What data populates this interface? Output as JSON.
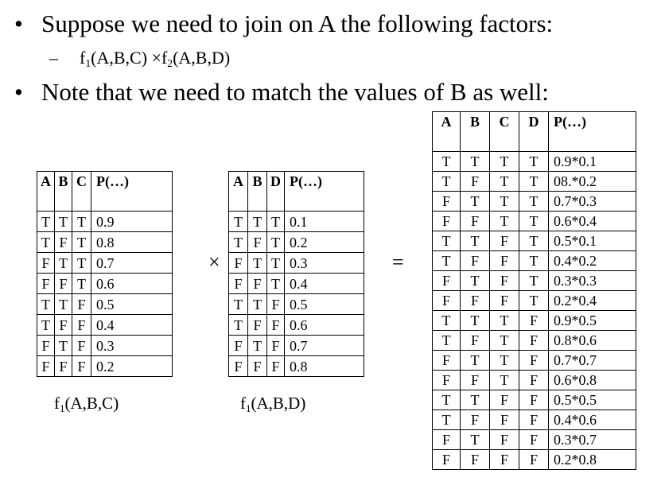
{
  "bullets": [
    {
      "text": "Suppose we need to join on A the following factors:"
    },
    {
      "text": "Note that we need to match the values of B as well:"
    }
  ],
  "sub_bullet": {
    "dash": "–",
    "f1_name": "f",
    "f1_sub": "1",
    "f1_args": "(A,B,C)",
    "times": "×",
    "f2_name": "f",
    "f2_sub": "2",
    "f2_args": "(A,B,D)"
  },
  "tables": {
    "f1": {
      "headers": [
        "A",
        "B",
        "C",
        "P(…)"
      ],
      "rows": [
        [
          "T",
          "T",
          "T",
          "0.9"
        ],
        [
          "T",
          "F",
          "T",
          "0.8"
        ],
        [
          "F",
          "T",
          "T",
          "0.7"
        ],
        [
          "F",
          "F",
          "T",
          "0.6"
        ],
        [
          "T",
          "T",
          "F",
          "0.5"
        ],
        [
          "T",
          "F",
          "F",
          "0.4"
        ],
        [
          "F",
          "T",
          "F",
          "0.3"
        ],
        [
          "F",
          "F",
          "F",
          "0.2"
        ]
      ],
      "caption": {
        "name": "f",
        "sub": "1",
        "args": "(A,B,C)"
      }
    },
    "f2": {
      "headers": [
        "A",
        "B",
        "D",
        "P(…)"
      ],
      "rows": [
        [
          "T",
          "T",
          "T",
          "0.1"
        ],
        [
          "T",
          "F",
          "T",
          "0.2"
        ],
        [
          "F",
          "T",
          "T",
          "0.3"
        ],
        [
          "F",
          "F",
          "T",
          "0.4"
        ],
        [
          "T",
          "T",
          "F",
          "0.5"
        ],
        [
          "T",
          "F",
          "F",
          "0.6"
        ],
        [
          "F",
          "T",
          "F",
          "0.7"
        ],
        [
          "F",
          "F",
          "F",
          "0.8"
        ]
      ],
      "caption": {
        "name": "f",
        "sub": "1",
        "args": "(A,B,D)"
      }
    },
    "result": {
      "headers": [
        "A",
        "B",
        "C",
        "D",
        "P(…)"
      ],
      "rows": [
        [
          "T",
          "T",
          "T",
          "T",
          "0.9*0.1"
        ],
        [
          "T",
          "F",
          "T",
          "T",
          "08.*0.2"
        ],
        [
          "F",
          "T",
          "T",
          "T",
          "0.7*0.3"
        ],
        [
          "F",
          "F",
          "T",
          "T",
          "0.6*0.4"
        ],
        [
          "T",
          "T",
          "F",
          "T",
          "0.5*0.1"
        ],
        [
          "T",
          "F",
          "F",
          "T",
          "0.4*0.2"
        ],
        [
          "F",
          "T",
          "F",
          "T",
          "0.3*0.3"
        ],
        [
          "F",
          "F",
          "F",
          "T",
          "0.2*0.4"
        ],
        [
          "T",
          "T",
          "T",
          "F",
          "0.9*0.5"
        ],
        [
          "T",
          "F",
          "T",
          "F",
          "0.8*0.6"
        ],
        [
          "F",
          "T",
          "T",
          "F",
          "0.7*0.7"
        ],
        [
          "F",
          "F",
          "T",
          "F",
          "0.6*0.8"
        ],
        [
          "T",
          "T",
          "F",
          "F",
          "0.5*0.5"
        ],
        [
          "T",
          "F",
          "F",
          "F",
          "0.4*0.6"
        ],
        [
          "F",
          "T",
          "F",
          "F",
          "0.3*0.7"
        ],
        [
          "F",
          "F",
          "F",
          "F",
          "0.2*0.8"
        ]
      ]
    }
  },
  "operators": {
    "multiply": "×",
    "equals": "="
  }
}
